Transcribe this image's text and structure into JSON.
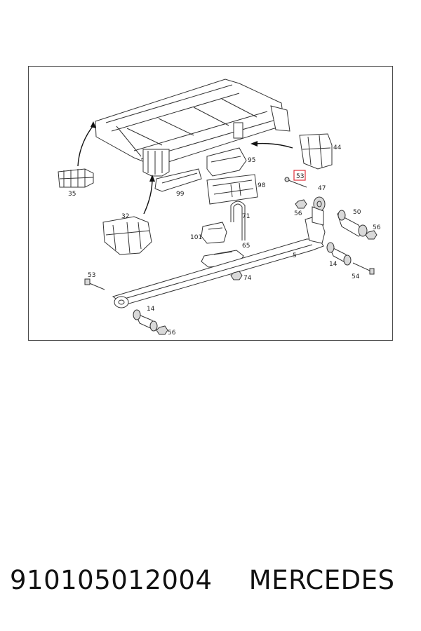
{
  "diagram": {
    "callouts": [
      {
        "id": "c35",
        "text": "35"
      },
      {
        "id": "c32",
        "text": "32"
      },
      {
        "id": "c99",
        "text": "99"
      },
      {
        "id": "c95",
        "text": "95"
      },
      {
        "id": "c98",
        "text": "98"
      },
      {
        "id": "c44",
        "text": "44"
      },
      {
        "id": "c53a",
        "text": "53"
      },
      {
        "id": "c47",
        "text": "47"
      },
      {
        "id": "c56a",
        "text": "56"
      },
      {
        "id": "c50",
        "text": "50"
      },
      {
        "id": "c56b",
        "text": "56"
      },
      {
        "id": "c71",
        "text": "71"
      },
      {
        "id": "c101",
        "text": "101"
      },
      {
        "id": "c65",
        "text": "65"
      },
      {
        "id": "c5",
        "text": "5"
      },
      {
        "id": "c14a",
        "text": "14"
      },
      {
        "id": "c54",
        "text": "54"
      },
      {
        "id": "c53b",
        "text": "53"
      },
      {
        "id": "c74",
        "text": "74"
      },
      {
        "id": "c14b",
        "text": "14"
      },
      {
        "id": "c56c",
        "text": "56"
      }
    ],
    "highlight_color": "#e0303a"
  },
  "footer": {
    "part_number": "910105012004",
    "brand": "MERCEDES"
  }
}
